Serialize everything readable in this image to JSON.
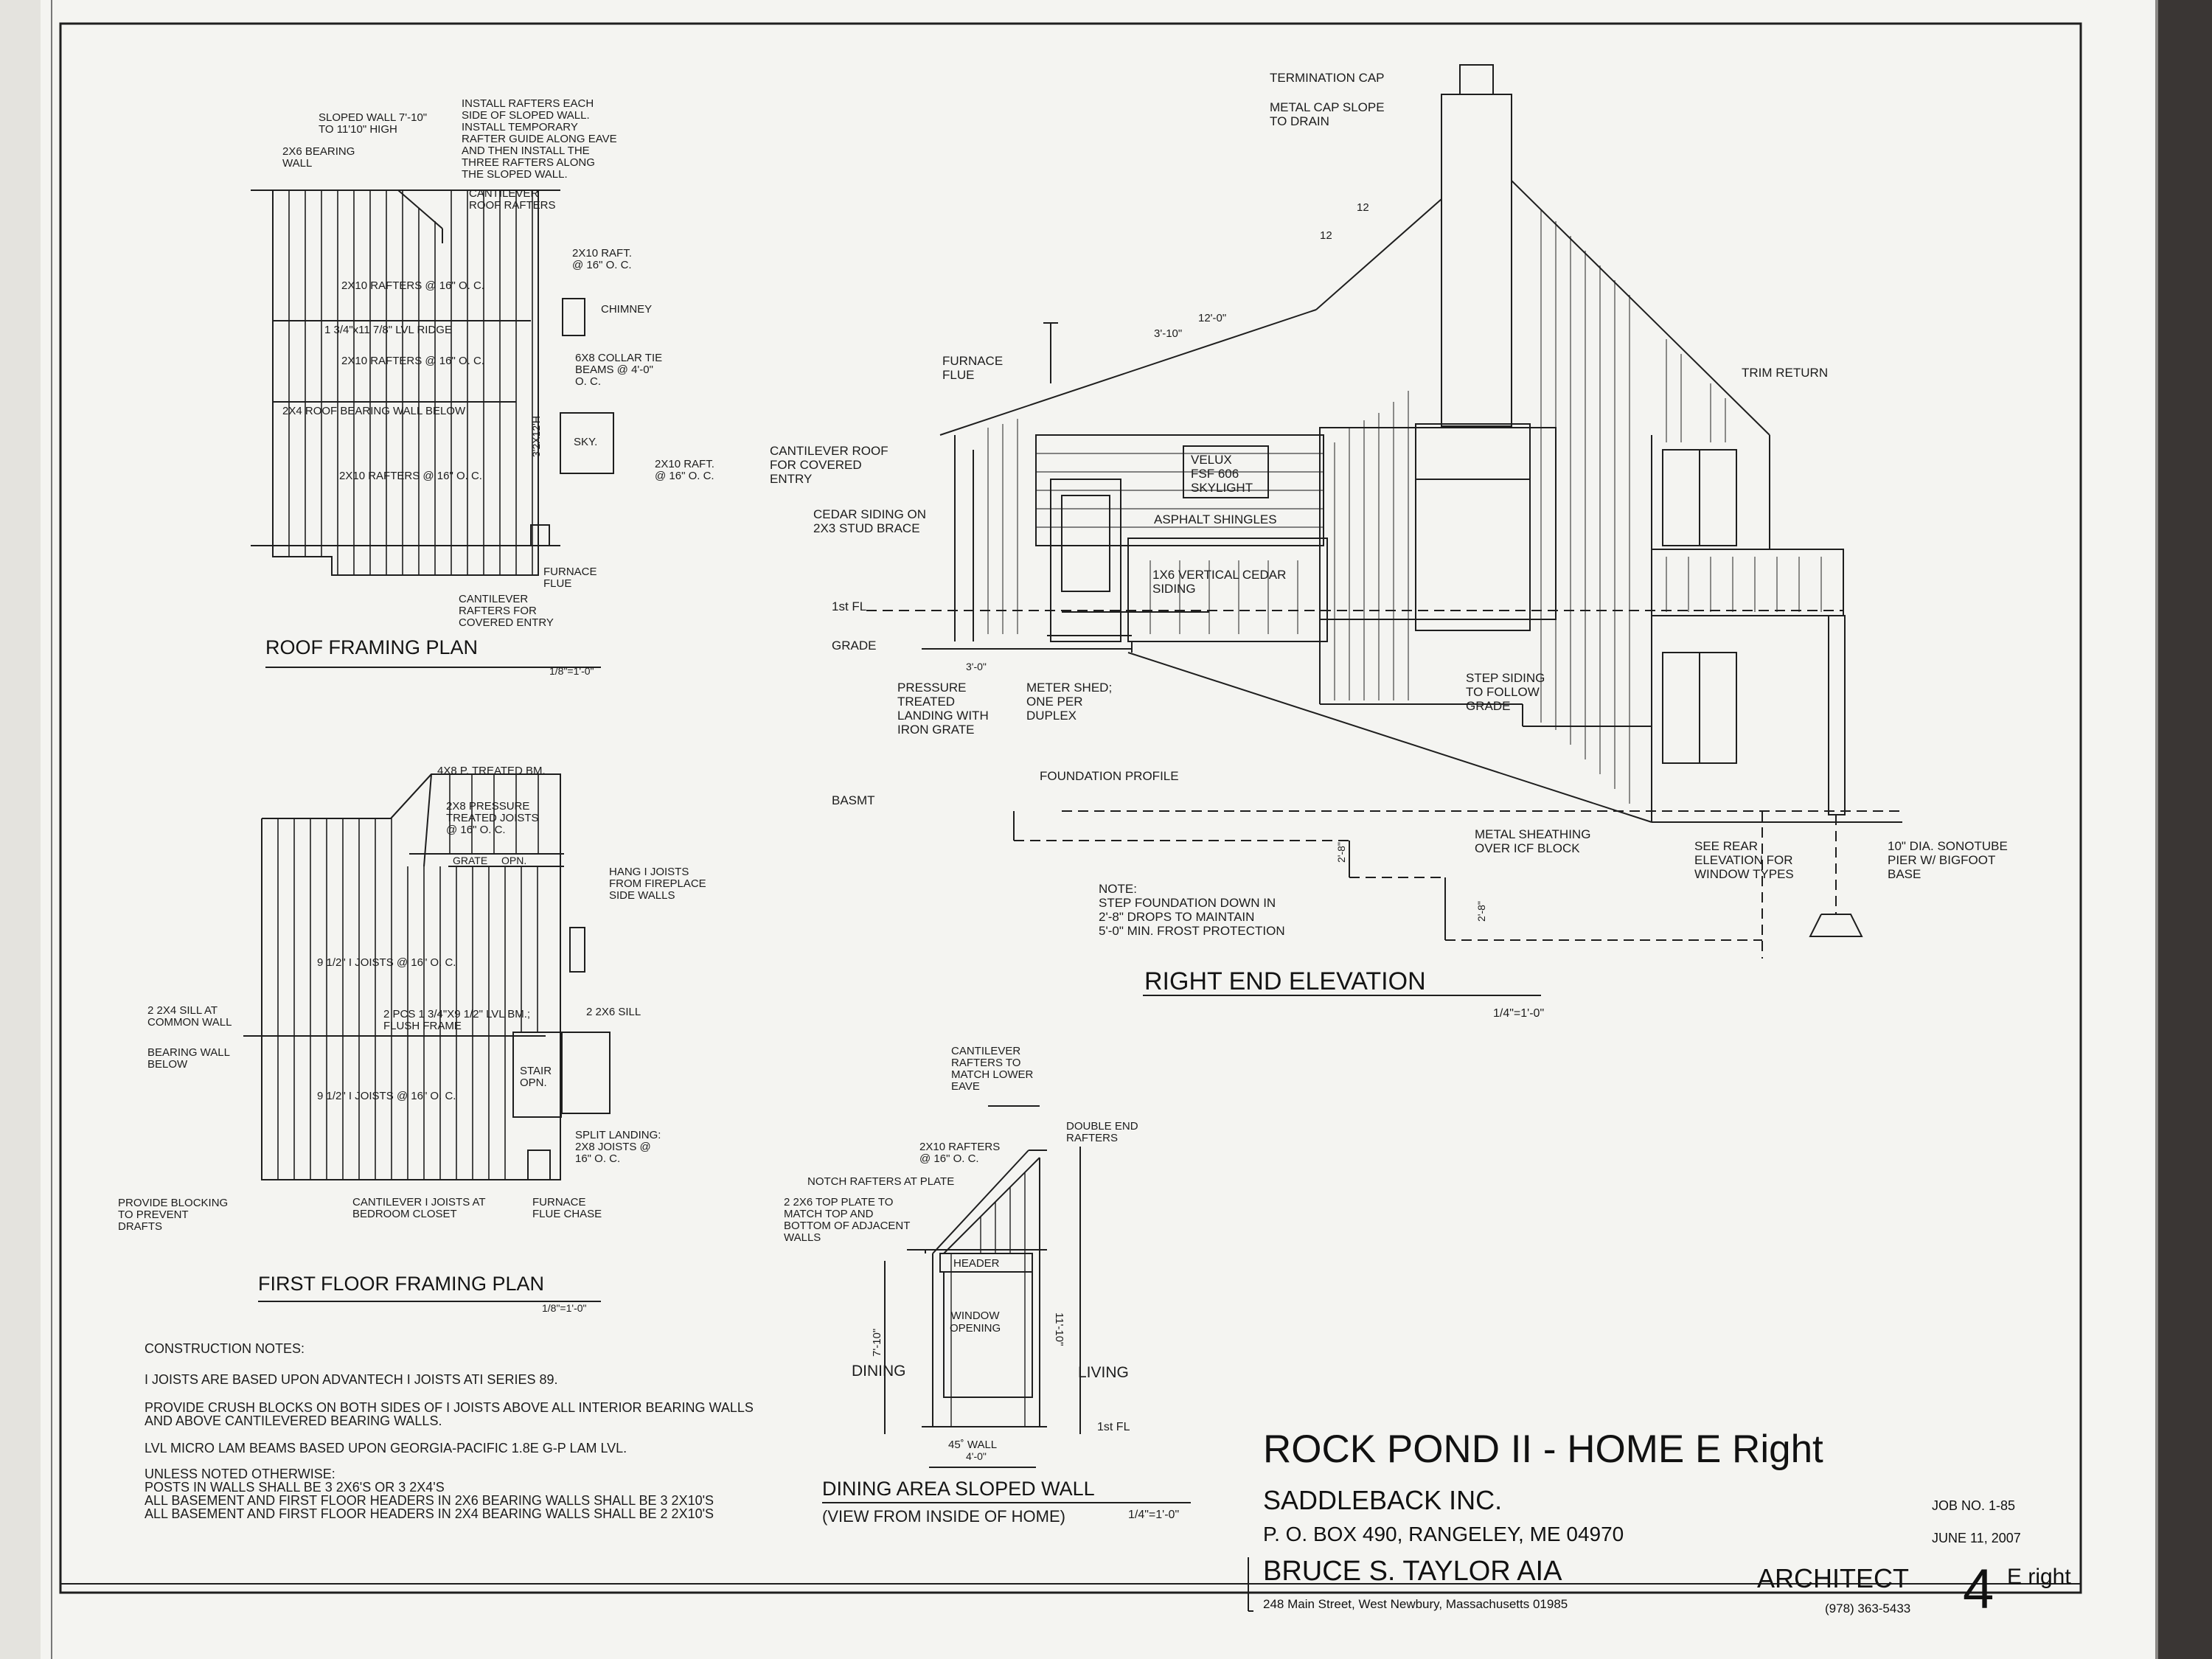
{
  "roof_plan": {
    "title": "ROOF FRAMING PLAN",
    "scale": "1/8\"=1'-0\"",
    "labels": {
      "sloped_wall": "SLOPED WALL 7'-10\"\nTO 11'10\" HIGH",
      "bearing_wall": "2x6 BEARING\nWALL",
      "install_rafters": "INSTALL RAFTERS EACH\nSIDE OF SLOPED WALL.\nINSTALL TEMPORARY\nRAFTER GUIDE ALONG EAVE\nAND THEN INSTALL THE\nTHREE RAFTERS ALONG\nTHE SLOPED WALL.",
      "cantilever_roof_rafters": "CANTILEVER\nROOF RAFTERS",
      "raft_top": "2x10 RAFT.\n@ 16\" O. C.",
      "rafters_1": "2x10 RAFTERS @ 16\" O. C.",
      "chimney": "CHIMNEY",
      "ridge": "1 3/4\"x11 7/8\" LVL RIDGE",
      "rafters_2": "2x10 RAFTERS @ 16\" O. C.",
      "collar_tie": "6x8 COLLAR TIE\nBEAMS @ 4'-0\"\nO. C.",
      "bearing_below": "2x4 ROOF BEARING WALL BELOW",
      "sky": "SKY.",
      "dim_3x12": "3'2x12'H",
      "raft_right": "2x10 RAFT.\n@ 16\" O. C.",
      "rafters_3": "2x10 RAFTERS @ 16\" O. C.",
      "furnace_flue": "FURNACE\nFLUE",
      "cantilever_entry": "CANTILEVER\nRAFTERS FOR\nCOVERED ENTRY"
    }
  },
  "floor_plan": {
    "title": "FIRST FLOOR FRAMING PLAN",
    "scale": "1/8\"=1'-0\"",
    "labels": {
      "treated_bm": "4x8 P. TREATED BM.",
      "treated_joists": "2x8 PRESSURE\nTREATED JOISTS\n@ 16\" O. C.",
      "grate": "GRATE",
      "opn": "OPN.",
      "hang_joists": "HANG I JOISTS\nFROM FIREPLACE\nSIDE WALLS",
      "joists_1": "9 1/2\" I JOISTS @ 16\" O. C.",
      "sill_common": "2  2x4 SILL AT\nCOMMON WALL",
      "lvl_bm": "2 PCS 1 3/4\"x9 1/2\" LVL BM.;\nFLUSH FRAME",
      "sill_2x6": "2  2x6 SILL",
      "bearing_below": "BEARING WALL\nBELOW",
      "stair": "STAIR\nOPN.",
      "joists_2": "9 1/2\" I JOISTS @ 16\" O. C.",
      "split_landing": "SPLIT LANDING:\n2x8 JOISTS @\n16\" O. C.",
      "blocking": "PROVIDE BLOCKING\nTO PREVENT\nDRAFTS",
      "cantilever_closet": "CANTILEVER I JOISTS AT\nBEDROOM CLOSET",
      "flue_chase": "FURNACE\nFLUE CHASE"
    }
  },
  "construction_notes": {
    "heading": "CONSTRUCTION NOTES:",
    "items": [
      "I JOISTS ARE BASED UPON ADVANTECH I JOISTS ATI SERIES 89.",
      "PROVIDE CRUSH BLOCKS ON BOTH SIDES OF I JOISTS ABOVE ALL INTERIOR BEARING WALLS\nAND ABOVE CANTILEVERED BEARING WALLS.",
      "LVL MICRO LAM BEAMS BASED UPON GEORGIA-PACIFIC 1.8E G-P LAM LVL.",
      "UNLESS NOTED OTHERWISE:\n   POSTS IN WALLS SHALL BE 3  2X6'S OR 3  2X4'S\n   ALL BASEMENT AND FIRST FLOOR HEADERS IN 2X6 BEARING WALLS SHALL BE 3  2X10'S\n   ALL BASEMENT AND FIRST FLOOR HEADERS IN 2X4 BEARING WALLS SHALL BE 2  2X10'S"
    ]
  },
  "elevation": {
    "title": "RIGHT END ELEVATION",
    "scale": "1/4\"=1'-0\"",
    "labels": {
      "termination_cap": "TERMINATION CAP",
      "metal_cap": "METAL CAP SLOPE\nTO DRAIN",
      "pitch_12a": "12",
      "pitch_12b": "12",
      "dim_12": "12'-0\"",
      "dim_3_10": "3'-10\"",
      "furnace_flue": "FURNACE\nFLUE",
      "trim_return": "TRIM RETURN",
      "cantilever_roof": "CANTILEVER ROOF\nFOR COVERED\nENTRY",
      "velux": "VELUX\nFSF 606\nSKYLIGHT",
      "cedar_siding": "CEDAR SIDING ON\n2x3 STUD BRACE",
      "asphalt": "ASPHALT SHINGLES",
      "vertical_cedar": "1x6 VERTICAL CEDAR\nSIDING",
      "first_fl": "1st FL",
      "grade": "GRADE",
      "dim_3_0": "3'-0\"",
      "landing": "PRESSURE\nTREATED\nLANDING WITH\nIRON GRATE",
      "meter_shed": "METER SHED;\nONE PER\nDUPLEX",
      "step_siding": "STEP SIDING\nTO FOLLOW\nGRADE",
      "foundation_profile": "FOUNDATION PROFILE",
      "basmt": "BASMT",
      "metal_sheathing": "METAL SHEATHING\nOVER ICF BLOCK",
      "see_rear": "SEE REAR\nELEVATION FOR\nWINDOW TYPES",
      "sonotube": "10\" DIA. SONOTUBE\nPIER W/ BIGFOOT\nBASE",
      "note": "NOTE:\nSTEP FOUNDATION DOWN IN\n2'-8\" DROPS TO MAINTAIN\n5'-0\" MIN. FROST PROTECTION",
      "drop_1": "2'-8\"",
      "drop_2": "2'-8\""
    }
  },
  "sloped_wall": {
    "title": "DINING AREA SLOPED WALL",
    "subtitle": "(VIEW FROM INSIDE OF HOME)",
    "scale": "1/4\"=1'-0\"",
    "labels": {
      "cantilever": "CANTILEVER\nRAFTERS TO\nMATCH LOWER\nEAVE",
      "double_end": "DOUBLE END\nRAFTERS",
      "rafters": "2x10 RAFTERS\n@ 16\" O. C.",
      "notch": "NOTCH RAFTERS AT PLATE",
      "top_plate": "2 2x6 TOP PLATE TO\nMATCH TOP AND\nBOTTOM OF ADJACENT\nWALLS",
      "header": "HEADER",
      "window": "WINDOW\nOPENING",
      "h_7_10": "7'-10\"",
      "h_11_10": "11'-10\"",
      "dining": "DINING",
      "living": "LIVING",
      "first_fl": "1st FL",
      "wall_45": "45˚ WALL",
      "dim_4_0": "4'-0\""
    }
  },
  "title_block": {
    "project": "ROCK POND II - HOME E Right",
    "company": "SADDLEBACK INC.",
    "address": "P. O. BOX 490, RANGELEY, ME  04970",
    "job_no": "JOB NO. 1-85",
    "date": "JUNE 11, 2007",
    "architect": "BRUCE S. TAYLOR  AIA",
    "architect_address": "248 Main Street, West Newbury, Massachusetts 01985",
    "architect_label": "ARCHITECT",
    "phone": "(978) 363-5433",
    "sheet_no": "4",
    "sheet_suffix": "E right"
  },
  "colors": {
    "paper": "#f5f5f2",
    "ink": "#1c1c1c",
    "background": "#3a3634"
  }
}
